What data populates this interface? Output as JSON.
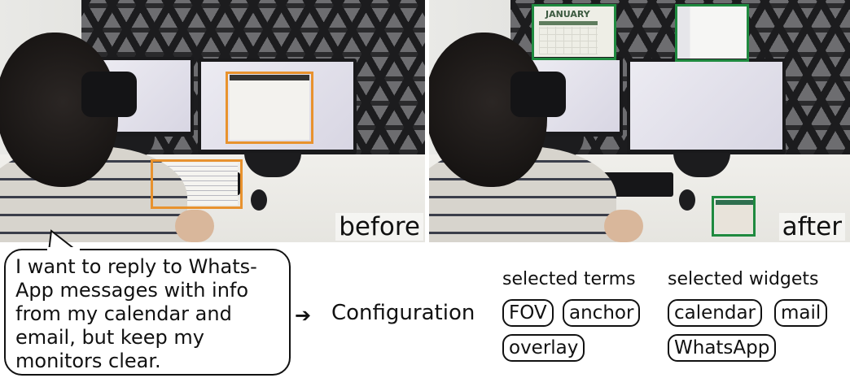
{
  "figure": {
    "before_label": "before",
    "after_label": "after",
    "calendar_widget_title": "JANUARY",
    "colors": {
      "before_highlight": "#e8922e",
      "after_highlight": "#1f8a3f"
    }
  },
  "prompt": {
    "text": "I want to reply to Whats-App messages with info from my calendar and email, but keep my monitors clear."
  },
  "arrow_icon": "right-arrow",
  "output": {
    "title": "Configuration",
    "terms_heading": "selected terms",
    "terms": [
      "FOV",
      "anchor",
      "overlay"
    ],
    "widgets_heading": "selected widgets",
    "widgets": [
      "calendar",
      "mail",
      "WhatsApp"
    ]
  }
}
